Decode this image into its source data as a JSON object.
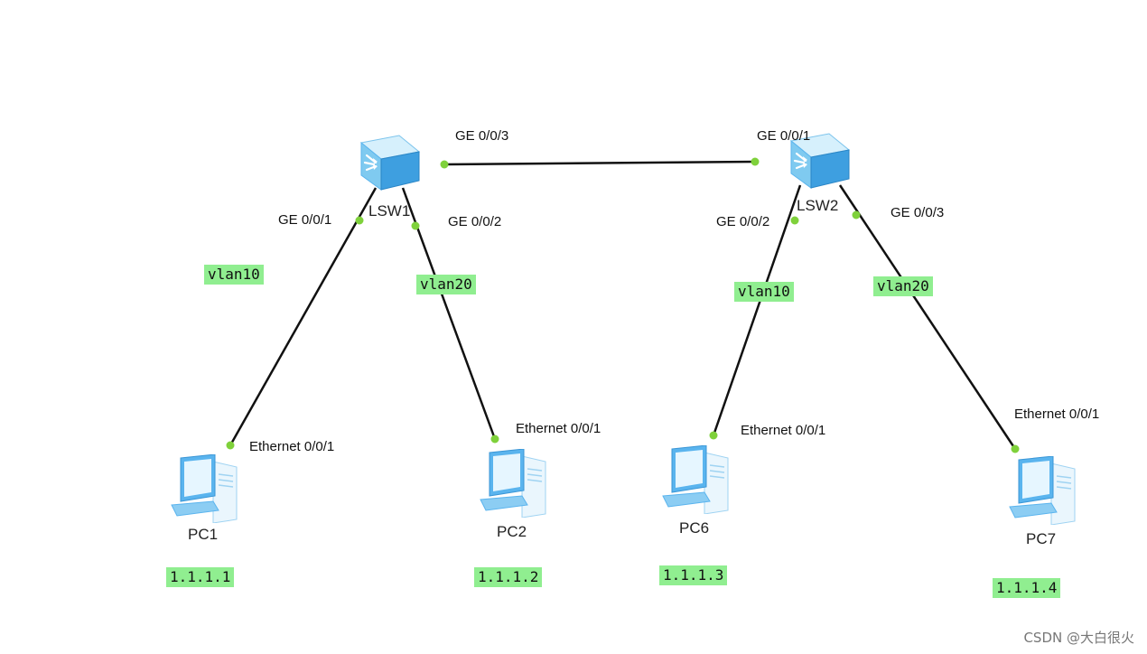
{
  "devices": {
    "lsw1": "LSW1",
    "lsw2": "LSW2",
    "pc1": "PC1",
    "pc2": "PC2",
    "pc6": "PC6",
    "pc7": "PC7"
  },
  "ports": {
    "lsw1_ge003": "GE 0/0/3",
    "lsw1_ge001": "GE 0/0/1",
    "lsw1_ge002": "GE 0/0/2",
    "lsw2_ge001": "GE 0/0/1",
    "lsw2_ge002": "GE 0/0/2",
    "lsw2_ge003": "GE 0/0/3",
    "pc1_eth": "Ethernet 0/0/1",
    "pc2_eth": "Ethernet 0/0/1",
    "pc6_eth": "Ethernet 0/0/1",
    "pc7_eth": "Ethernet 0/0/1"
  },
  "vlans": {
    "pc1": "vlan10",
    "pc2": "vlan20",
    "pc6": "vlan10",
    "pc7": "vlan20"
  },
  "ips": {
    "pc1": "1.1.1.1",
    "pc2": "1.1.1.2",
    "pc6": "1.1.1.3",
    "pc7": "1.1.1.4"
  },
  "watermark": "CSDN @大白很火",
  "colors": {
    "tag_bg": "#90ee90",
    "port_dot": "#7fd13b",
    "link": "#111111",
    "icon_blue": "#5ab4ee"
  }
}
